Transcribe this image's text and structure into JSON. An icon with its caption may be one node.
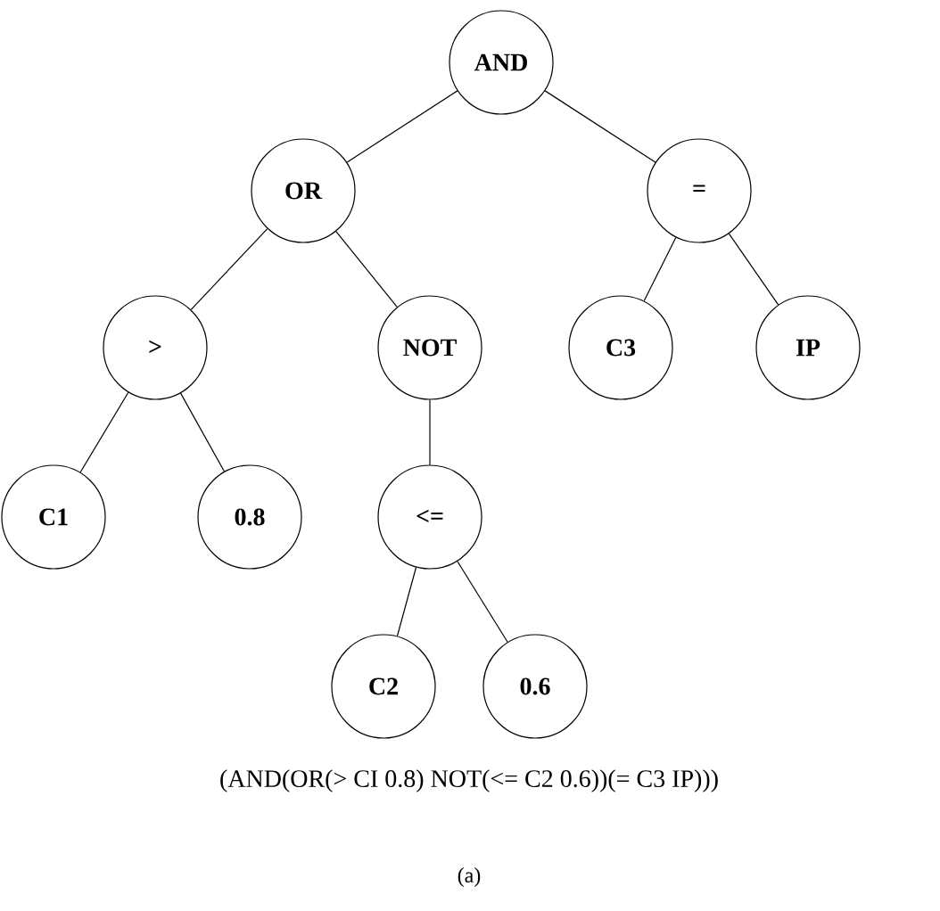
{
  "diagram": {
    "caption": "(AND(OR(> CI 0.8) NOT(<= C2 0.6))(= C3 IP)))",
    "nodes": [
      {
        "text": [
          "AND"
        ]
      },
      {
        "text": [
          "OR"
        ]
      },
      {
        "text": [
          "="
        ]
      },
      {
        "text": [
          ">"
        ]
      },
      {
        "text": [
          "NOT"
        ]
      },
      {
        "text": [
          "C3"
        ]
      },
      {
        "text": [
          "IP"
        ]
      },
      {
        "text": [
          "C1"
        ]
      },
      {
        "text": [
          "0.8"
        ]
      },
      {
        "text": [
          "<="
        ]
      },
      {
        "text": [
          "C2"
        ]
      },
      {
        "text": [
          "0.6"
        ]
      }
    ],
    "edges": [
      {
        "from": 0,
        "to": 1,
        "arrow": "none"
      },
      {
        "from": 0,
        "to": 2,
        "arrow": "none"
      },
      {
        "from": 1,
        "to": 3,
        "arrow": "none"
      },
      {
        "from": 1,
        "to": 4,
        "arrow": "none"
      },
      {
        "from": 2,
        "to": 5,
        "arrow": "none"
      },
      {
        "from": 2,
        "to": 6,
        "arrow": "none"
      },
      {
        "from": 3,
        "to": 7,
        "arrow": "none"
      },
      {
        "from": 3,
        "to": 8,
        "arrow": "none"
      },
      {
        "from": 4,
        "to": 9,
        "arrow": "none"
      },
      {
        "from": 9,
        "to": 10,
        "arrow": "none"
      },
      {
        "from": 9,
        "to": 11,
        "arrow": "none"
      }
    ],
    "labels": [
      "(a)"
    ]
  }
}
